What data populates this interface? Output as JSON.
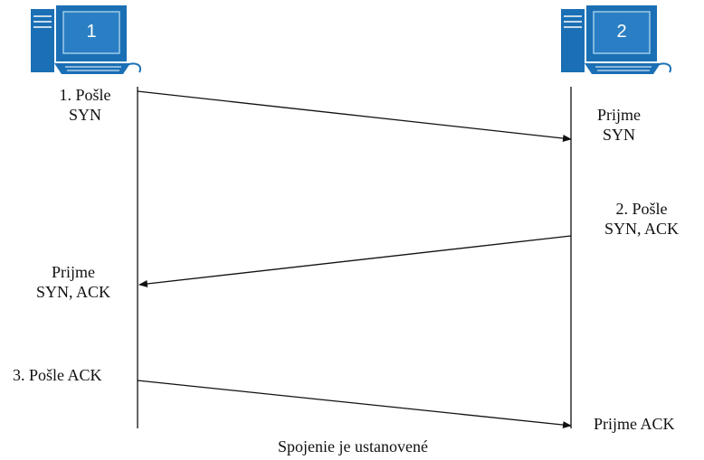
{
  "hosts": [
    {
      "number": "1"
    },
    {
      "number": "2"
    }
  ],
  "steps": {
    "step1_send": "1. Pošle\nSYN",
    "step1_receive": "Prijme\nSYN",
    "step2_send": "2. Pošle\nSYN, ACK",
    "step2_receive": "Prijme\nSYN, ACK",
    "step3_send": "3. Pošle ACK",
    "step3_receive": "Prijme ACK"
  },
  "footer": "Spojenie je ustanovené",
  "colors": {
    "computer_blue": "#1a6fb5",
    "screen_border": "#9ecbe8",
    "lines": "#111111"
  },
  "icons": {
    "host1": "desktop-computer-icon",
    "host2": "desktop-computer-icon"
  }
}
